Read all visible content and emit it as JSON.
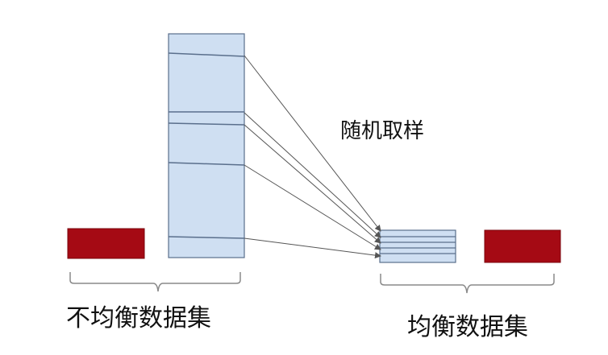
{
  "labels": {
    "sampling": "随机取样",
    "imbalanced_dataset": "不均衡数据集",
    "balanced_dataset": "均衡数据集"
  },
  "colors": {
    "majority_fill": "#cfdff2",
    "majority_stroke": "#5a6f8c",
    "minority_fill": "#a50a14",
    "minority_stroke": "#7a050c",
    "line": "#555555",
    "brace": "#8a8a8a"
  }
}
